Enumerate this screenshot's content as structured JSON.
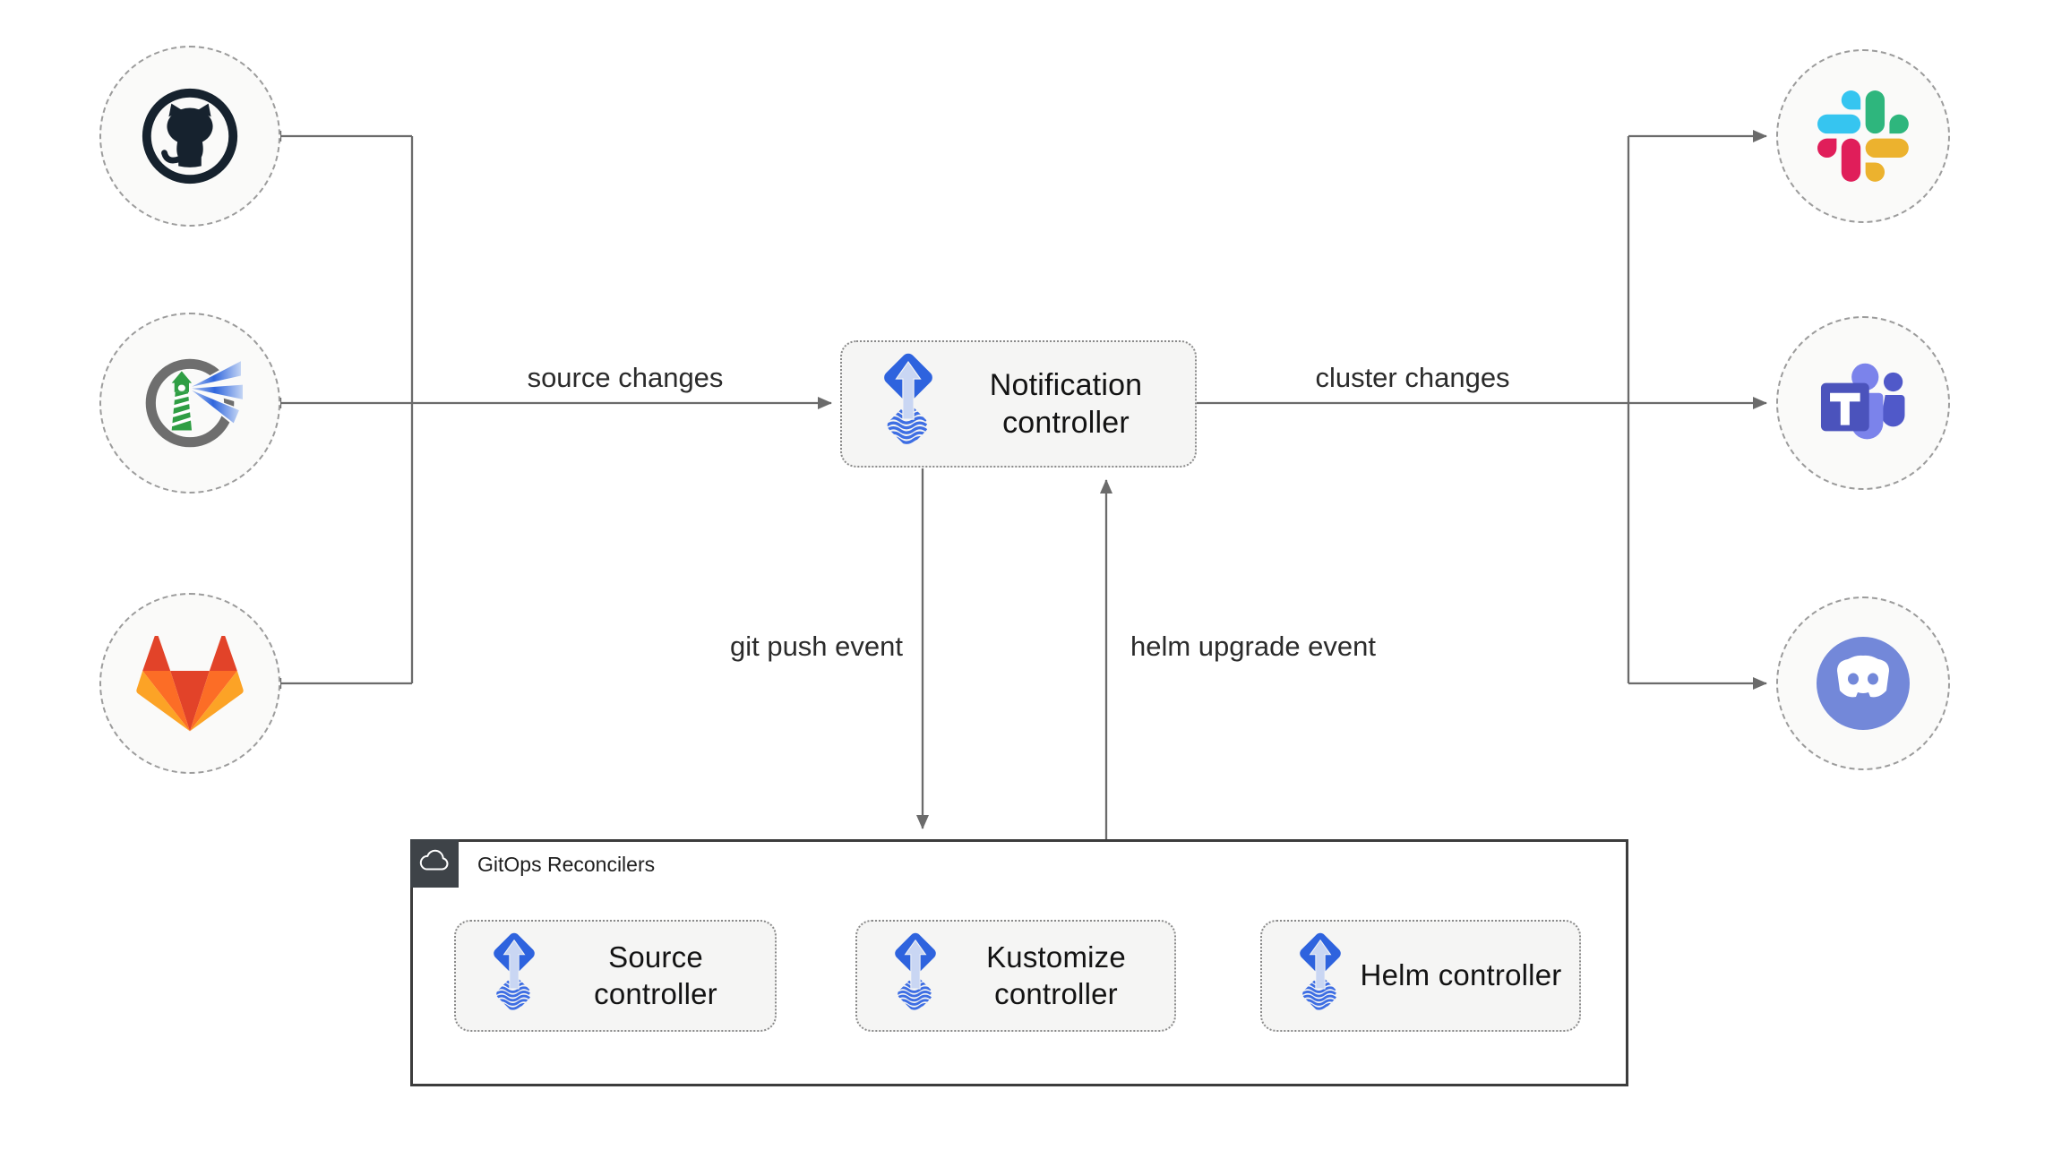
{
  "diagram": {
    "title_context": "Flux notification controller architecture",
    "sources": [
      {
        "id": "github",
        "icon": "github-icon"
      },
      {
        "id": "harbor",
        "icon": "harbor-lighthouse-icon"
      },
      {
        "id": "gitlab",
        "icon": "gitlab-icon"
      }
    ],
    "targets": [
      {
        "id": "slack",
        "icon": "slack-icon"
      },
      {
        "id": "teams",
        "icon": "microsoft-teams-icon"
      },
      {
        "id": "discord",
        "icon": "discord-icon"
      }
    ],
    "center_node": {
      "label": "Notification controller",
      "icon": "flux-icon"
    },
    "edges": {
      "source_changes": "source changes",
      "cluster_changes": "cluster changes",
      "git_push_event": "git push event",
      "helm_upgrade_event": "helm upgrade event"
    },
    "group": {
      "title": "GitOps Reconcilers",
      "icon": "cloud-icon",
      "nodes": [
        {
          "label": "Source controller",
          "icon": "flux-icon"
        },
        {
          "label": "Kustomize controller",
          "icon": "flux-icon"
        },
        {
          "label": "Helm controller",
          "icon": "flux-icon"
        }
      ]
    },
    "colors": {
      "flux_blue": "#2e63de",
      "flux_stripe": "#3e6ee3",
      "flux_arrow": "#c9d6f3",
      "wire_gray": "#6b6b6b",
      "node_fill": "#f5f5f4",
      "circle_fill": "#fafaf9",
      "circle_border": "#9c9c9c",
      "group_border": "#3c3c3c",
      "badge_gray": "#3e4348",
      "github_dark": "#16222e",
      "harbor_green": "#2f9e44",
      "gitlab_red": "#e24329",
      "gitlab_orange": "#fc6d26",
      "gitlab_yellow": "#fca326",
      "slack_blue": "#36c5f0",
      "slack_green": "#2eb67d",
      "slack_red": "#e01e5a",
      "slack_yellow": "#ecb22e",
      "teams_dark": "#4b53bc",
      "teams_light": "#7b83eb",
      "teams_mid": "#5059c9",
      "discord_blurple": "#7388d9"
    }
  }
}
